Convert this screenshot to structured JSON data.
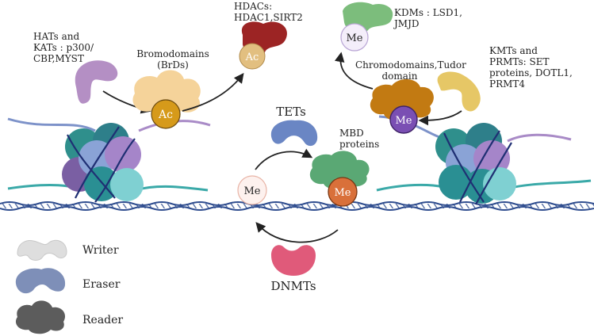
{
  "labels": {
    "hats": [
      "HATs and",
      "KATs : p300/",
      "CBP,MYST"
    ],
    "brds": [
      "Bromodomains",
      "(BrDs)"
    ],
    "hdacs": [
      "HDACs:",
      "HDAC1,SIRT2"
    ],
    "kdms": [
      "KDMs : LSD1,",
      "JMJD"
    ],
    "chromo": [
      "Chromodomains,Tudor",
      "domain"
    ],
    "kmts": [
      "KMTs and",
      "PRMTs: SET",
      "proteins, DOTL1,",
      "PRMT4"
    ],
    "tets": "TETs",
    "mbd": [
      "MBD",
      "proteins"
    ],
    "dnmts": "DNMTs",
    "ac": "Ac",
    "me": "Me"
  },
  "legend": [
    {
      "label": "Writer",
      "color": "#dedede"
    },
    {
      "label": "Eraser",
      "color": "#7e8fb8"
    },
    {
      "label": "Reader",
      "color": "#5c5c5c"
    }
  ],
  "colors": {
    "writer_purple": "#b48fc4",
    "reader_orange": "#f5d39a",
    "eraser_red": "#9c2424",
    "acetyl": "#d69a1a",
    "eraser_green": "#7cbd7c",
    "reader_brown": "#c27a12",
    "methyl_purple": "#7a4fb3",
    "writer_yellow": "#e6c766",
    "eraser_blue": "#6a86c4",
    "reader_green": "#5aa874",
    "methyl_orange": "#d9703a",
    "writer_pink": "#e05a7a",
    "dna_blue": "#2f4d8f"
  }
}
